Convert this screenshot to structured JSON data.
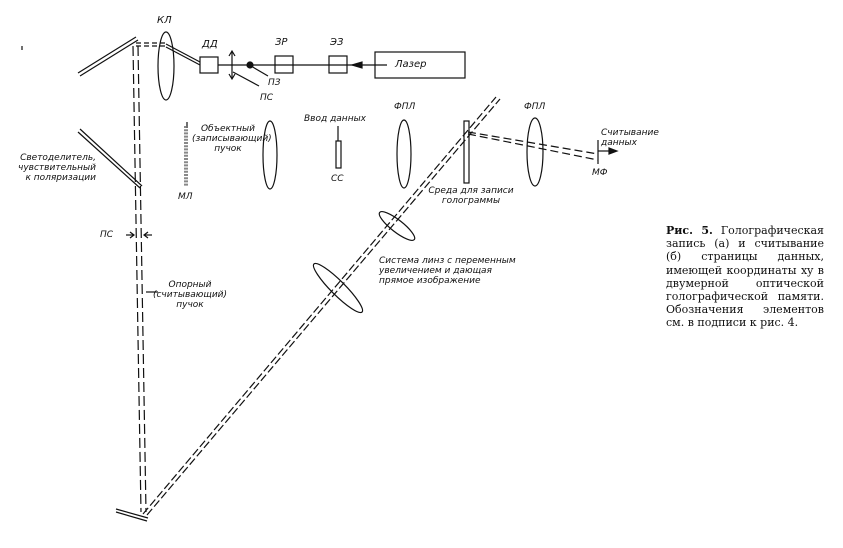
{
  "labels": {
    "kl": "КЛ",
    "dd": "ДД",
    "zr": "ЗР",
    "ez": "ЭЗ",
    "laser": "Лазер",
    "pz": "ПЗ",
    "ps_top": "ПС",
    "object_beam": [
      "Объектный",
      "(записывающий)",
      "пучок"
    ],
    "ml": "МЛ",
    "data_input": "Ввод данных",
    "ss": "СС",
    "fpl1": "ФПЛ",
    "fpl2": "ФПЛ",
    "readout": [
      "Считывание",
      "данных"
    ],
    "mf": "МФ",
    "splitter": [
      "Светоделитель,",
      "чувствительный",
      "к поляризации"
    ],
    "hologram_medium": [
      "Среда для записи",
      "голограммы"
    ],
    "ps_left": "ПС",
    "reference_beam": [
      "Опорный",
      "(считывающий)",
      "пучок"
    ],
    "lens_system": [
      "Система линз с переменным",
      "увеличением и дающая",
      "прямое изображение"
    ]
  },
  "caption": {
    "fig": "Рис. 5.",
    "text": "Голографическая запись (а) и считывание (б) страницы данных, имеющей координаты xy в двумерной оптической голографической памяти. Обозначения элементов см. в подписи к рис. 4."
  },
  "colors": {
    "ink": "#111111",
    "background": "#ffffff"
  }
}
